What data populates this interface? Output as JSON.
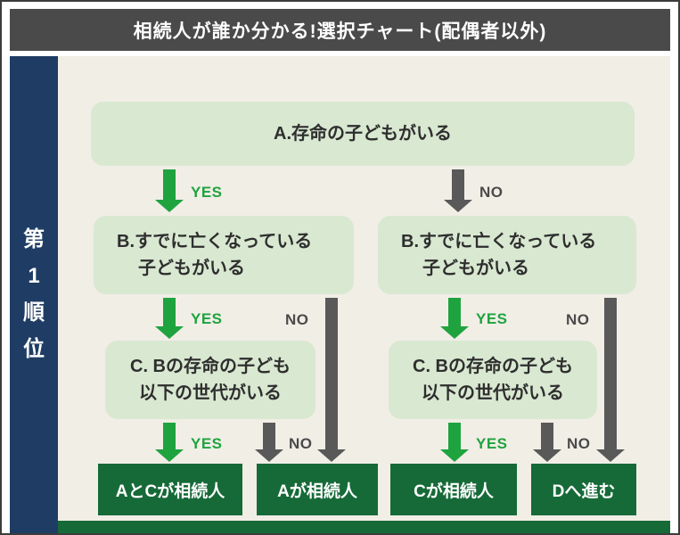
{
  "header": {
    "title": "相続人が誰か分かる!選択チャート(配偶者以外)"
  },
  "sidebar": {
    "rank_label": "第1順位",
    "chars": [
      "第",
      "1",
      "順",
      "位"
    ]
  },
  "labels": {
    "yes": "YES",
    "no": "NO"
  },
  "flowchart": {
    "question_a": "A.存命の子どもがいる",
    "question_b": {
      "line1": "B.すでに亡くなっている",
      "line2": "子どもがいる"
    },
    "question_c": {
      "line1": "C. Bの存命の子ども",
      "line2": "以下の世代がいる"
    },
    "results": {
      "a_and_c": "AとCが相続人",
      "a": "Aが相続人",
      "c": "Cが相続人",
      "d": "Dへ進む"
    }
  },
  "colors": {
    "header_bg": "#4a4a4a",
    "sidebar_bg": "#1f3d64",
    "main_bg": "#f1eee6",
    "question_box_bg": "#d9e8d1",
    "result_box_bg": "#166a38",
    "yes_green": "#1fa33f",
    "no_gray": "#595959",
    "bottom_bar": "#166a38"
  }
}
